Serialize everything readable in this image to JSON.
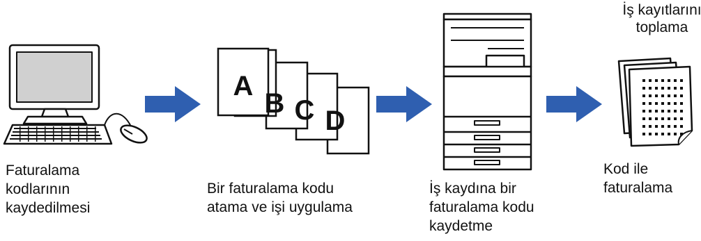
{
  "steps": [
    {
      "label": "Faturalama\nkodlarının\nkaydedilmesi",
      "icon": "computer-icon"
    },
    {
      "label": "Bir faturalama kodu\natama ve işi uygulama",
      "icon": "documents-icon",
      "doc_letters": [
        "A",
        "B",
        "C",
        "D"
      ]
    },
    {
      "label": "İş kaydına bir\nfaturalama kodu\nkaydetme",
      "icon": "printer-icon"
    },
    {
      "label": "Kod ile\nfaturalama",
      "icon": "billing-sheets-icon"
    }
  ],
  "top_note": "İş kayıtlarını\ntoplama",
  "colors": {
    "arrow": "#2f5fb0",
    "line": "#111111",
    "screen": "#d0d0d0"
  }
}
